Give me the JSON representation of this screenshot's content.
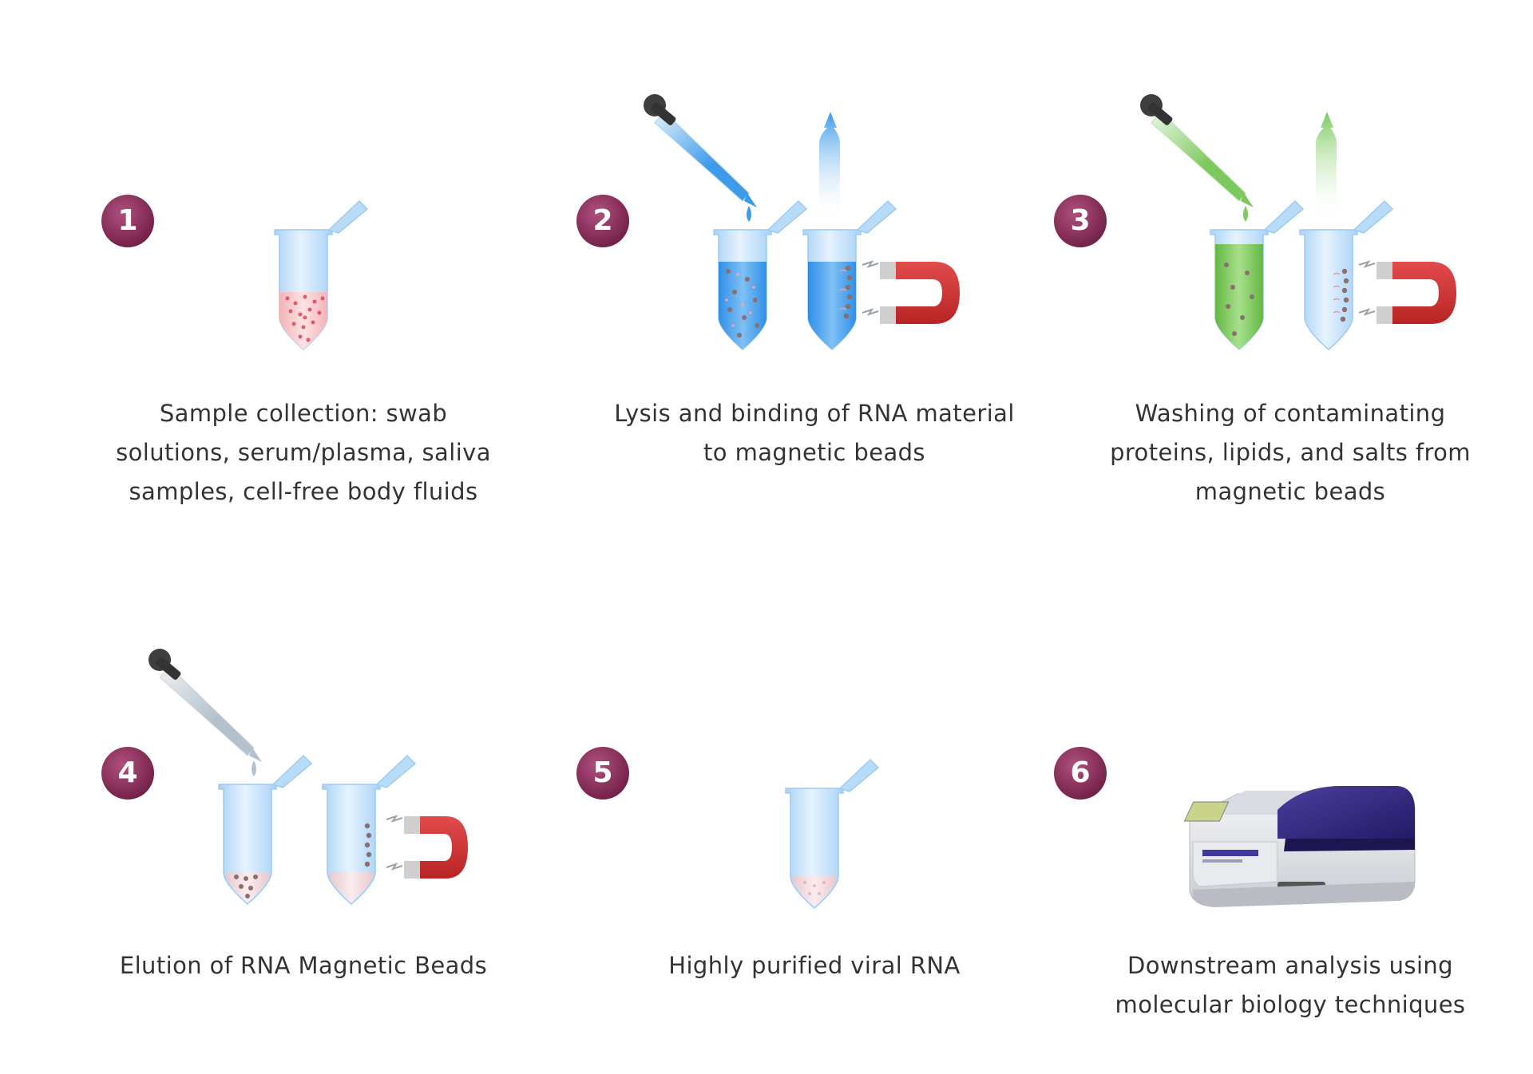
{
  "colors": {
    "badge": "#8a2c5a",
    "badge_dark": "#5e1136",
    "tube": "#cfe6fb",
    "tube_edge": "#8fc4f0",
    "lysis": "#3d9be9",
    "wash": "#7cc95d",
    "elution": "#c8d3dc",
    "magnet": "#d93a3a",
    "bead": "#8a7a7a"
  },
  "steps": [
    {
      "number": "1",
      "icon": "tube-with-sample-icon",
      "caption": [
        "Sample collection: swab",
        "solutions, serum/plasma, saliva",
        "samples, cell-free body fluids"
      ]
    },
    {
      "number": "2",
      "icon": "lysis-binding-magnet-icon",
      "caption": [
        "Lysis and binding of RNA material",
        "to magnetic beads"
      ]
    },
    {
      "number": "3",
      "icon": "washing-magnet-icon",
      "caption": [
        "Washing of contaminating",
        "proteins, lipids, and salts from",
        "magnetic beads"
      ]
    },
    {
      "number": "4",
      "icon": "elution-magnet-icon",
      "caption": [
        "Elution of RNA Magnetic Beads"
      ]
    },
    {
      "number": "5",
      "icon": "purified-rna-tube-icon",
      "caption": [
        "Highly purified viral RNA"
      ]
    },
    {
      "number": "6",
      "icon": "spectrophotometer-icon",
      "caption": [
        "Downstream analysis using",
        "molecular biology techniques"
      ]
    }
  ]
}
